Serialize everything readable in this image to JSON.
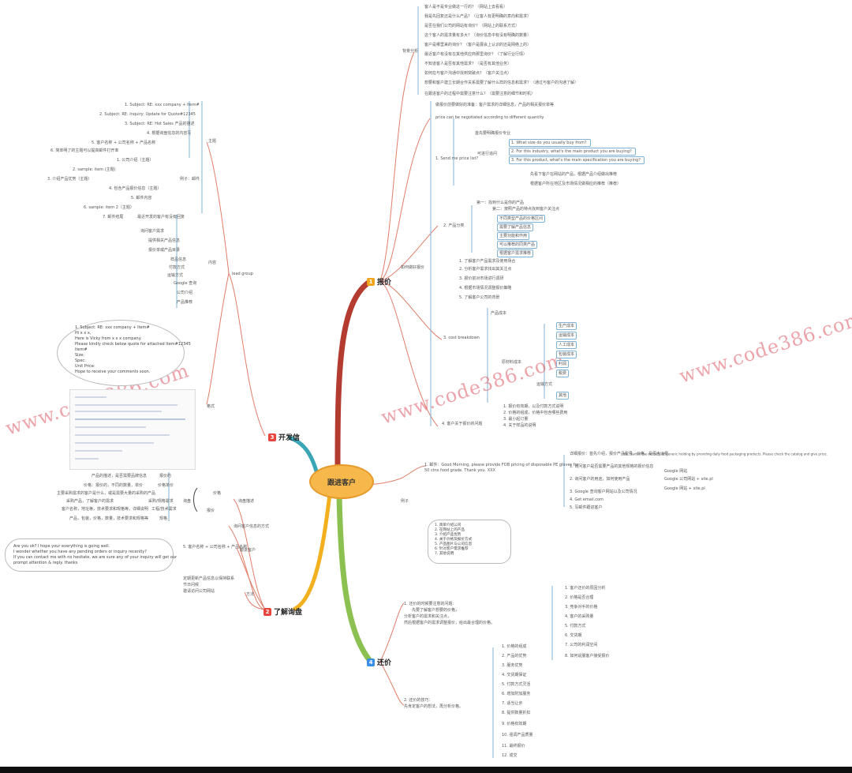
{
  "center": {
    "label": "跟进客户"
  },
  "main_branches": {
    "quote": {
      "label": "报价",
      "num": "1",
      "color": "#f2a51a"
    },
    "develop": {
      "label": "开发信",
      "num": "3",
      "color": "#e8453c"
    },
    "understand": {
      "label": "了解询盘",
      "num": "2",
      "color": "#e8453c"
    },
    "follow": {
      "label": "还价",
      "num": "4",
      "color": "#3a8ee6"
    }
  },
  "colors": {
    "trunk_red": "#b43b2f",
    "trunk_green": "#8cc152",
    "trunk_teal": "#3aa5b5",
    "branch_blue": "#7fb3d5",
    "connector": "#e07d68"
  },
  "watermark": "www.code386.com",
  "top_right": {
    "group_label": "背景分析",
    "items": [
      "客人是不是专业做这一行的？（网站上去看看）",
      "我是先回复还是什么产品？（让客人有更明确的意向和需求）",
      "是否在我们公司的网站有询价？（网站上的联系方式）",
      "这个客人的需求量有多大？（询价信息中有没有明确的数量）",
      "客户是哪里来的询价？（客户是展会上认识的还是网络上的）",
      "最近客户有没有在其他供应商那里询价？（了解行业行情）",
      "不知道客人是否有其他需求？（是否有其他业务）",
      "如何在与客户沟通中找到突破点？（客户关注点）",
      "想要和客户建立长期合作关系需要了解什么样的信息和需求？（通过与客户的沟通了解）",
      "在跟进客户的过程中需要注意什么？（需要注意的细节和时机）"
    ]
  },
  "quote_detail": {
    "group_label": "如何做好报价",
    "intro1": "做报价前要做好的准备：客户需求的详细信息，产品的相关报价单等",
    "intro2": "price can be negotiated according to different quantity",
    "send": {
      "label": "1. Send me price list？",
      "sub_label": "可进行追问",
      "sub_head": "首先要明确报价专业",
      "q1": "1. What size do you usually buy from？",
      "q2": "2. For this industry, what's the main product you are buying？",
      "q3": "3. For this product, what's the main specification you are buying？",
      "tip1": "先看下客户在网站的产品，根据产品介绍做出推荐",
      "tip2": "根据客户所在地区及市场情况做相应的推荐（推荐）"
    },
    "product": {
      "label": "2. 产品分类",
      "sub1": "第一：找到什么是你的产品",
      "sub2": "第二：按照产品的特点找到客户关注点",
      "items": [
        "不同类型产品的价格区间",
        "需要了解产品信息",
        "主要功能和作用",
        "可以推荐的同类产品",
        "根据客户需求推荐"
      ]
    },
    "customer_tips": [
      "1. 了解客户产品需求及使用场合",
      "2. 分析客户需求找出其关注点",
      "3. 报价前对市场进行调研",
      "4. 根据市场情况调整报价策略",
      "5. 了解客户公司的背景"
    ],
    "cost": {
      "label": "3. cost breakdown",
      "a": "产品成本",
      "b": "原材料成本",
      "leaf": [
        "生产成本",
        "运输成本",
        "人工成本",
        "包装成本",
        "利润",
        "税费",
        "其他"
      ],
      "c": "运输方式"
    },
    "closing": {
      "label": "4. 客户关于报价的问题",
      "lines": [
        "1. 报价有效期，以及付款方式说明",
        "2. 价格的组成，价格中包含哪些费用",
        "3. 最小起订量",
        "4. 关于样品的说明"
      ]
    }
  },
  "example": {
    "label": "例子",
    "lines": [
      "1. 邮件：Good Morning, please provide FOB pricing of disposable PE gloves for",
      "50 ctns food grade. Thank you. XXX"
    ],
    "right": [
      "详细报价：首先介绍，报价产品型号、价格，是否含运费",
      "1. 询问客户是否需要产品的其他规格的报价信息",
      "2. 询问客户的用途，如何使用产品",
      "3. Google 查询客户网站以及公司情况",
      "4. Get email.com",
      "5. 写邮件跟进客户"
    ],
    "google": [
      "Google 网站",
      "Google 公司网站 + site.pl",
      "Google 网站 + site.pl"
    ],
    "english_note": "We started the delivery of generic holding by providing daily food packaging products. Please check the catalog and give price."
  },
  "reply_box": {
    "lines": [
      "1. 简单介绍公司",
      "2. 在网站上的产品",
      "3. 介绍产品优势",
      "4. 关于价格及报价方式",
      "5. 产品图片与公司信息",
      "6. 针对客户需求推荐",
      "7. 其他说明"
    ]
  },
  "left_top": {
    "group_label": "主题",
    "items": [
      "1. Subject: RE: xxx company + Item#",
      "2. Subject: RE: Inquiry: Update for Quote#12345",
      "3. Subject: RE: Hot Sales 产品的描述",
      "4. 根据询盘信息的内容写",
      "5. 客户名称 + 公司名称 + 产品名称",
      "6. 简单明了的主题可以提高邮件打开率"
    ],
    "ex_label": "例子：邮件",
    "ex": [
      "1. 公司介绍（主题）",
      "2. sample: item (主题)",
      "3. 介绍产品优势（主题）",
      "4. 包含产品报价信息（主题）",
      "5. 邮件内容",
      "6. sample: item 2（主题）",
      "7. 邮件结尾"
    ]
  },
  "lead_group": {
    "label": "lead group",
    "sub": "内容",
    "items": [
      "最近开发的客户有没有回复",
      "询问客户需求",
      "提供相关产品信息",
      "报价单或产品目录",
      "样品信息",
      "付款方式",
      "运输方式",
      "Google 查询",
      "公司介绍",
      "产品推荐"
    ]
  },
  "bubble": {
    "lines": [
      "1.  Subject: RE: xxx company + Item#",
      "Hi x x x,",
      "Here is Vicky from x x x company.",
      "Please kindly check below quote for attached Item#12345",
      "Item#",
      "Size:",
      "Spec:",
      "Unit Price:",
      "Hope to receive your comments soon."
    ]
  },
  "format": {
    "label": "格式"
  },
  "understand_branch": {
    "header": "询盘描述",
    "left_col": [
      "产品的描述，是否需要品牌信息",
      "价格：报价的，不同的数量，单价",
      "主要采购需求的客户是什么，或是需要大量的采购的产品",
      "采购产品，了解客户的需求",
      "客户名称，地址等，技术要求和规格等，详细说明",
      "产品，包装，价格，数量，技术要求和规格等"
    ],
    "right_col": [
      "报价的",
      "价格单价",
      "采购/规格需求",
      "工程/技术需求",
      "规格"
    ],
    "mid": [
      "询盘",
      "价格",
      "报价"
    ],
    "sub": "询问客户信息的方式",
    "sub2": "跟进客户",
    "sub3": "方法",
    "note": [
      "Are you ok? I hope your everything is going well.",
      "I wonder whether you have any pending orders or inquiry recently?",
      "If you can contact me with no hesitate, we are sure any of your inquiry will get our",
      "prompt attention & reply. thanks"
    ],
    "bottom": [
      "定期更新产品信息以保持联系",
      "节日问候",
      "邀请访问公司网站"
    ]
  },
  "follow_branch": {
    "intro": [
      "1. 还价的时候要注意的问题：",
      "先要了解客户想要的价格，",
      "分析客户的需求和关注点，",
      "然后根据客户的需求调整报价，给出最合理的价格。"
    ],
    "right": [
      "1. 客户还价的原因分析",
      "2. 价格是否合理",
      "3. 竞争对手的价格",
      "4. 客户的采购量",
      "5. 付款方式",
      "6. 交货期",
      "7. 公司的利润空间",
      "8. 如何说服客户接受报价"
    ],
    "bottom_intro": [
      "2. 还价的技巧：",
      "先肯定客户的想法，再分析价格。"
    ],
    "bottom": [
      "1. 价格的组成",
      "2. 产品的优势",
      "3. 服务优势",
      "4. 交货期保证",
      "5. 付款方式灵活",
      "6. 增加附加服务",
      "7. 适当让步",
      "8. 提供数量折扣",
      "9. 价格有效期",
      "10. 强调产品质量",
      "11. 最终报价",
      "12. 成交"
    ]
  }
}
